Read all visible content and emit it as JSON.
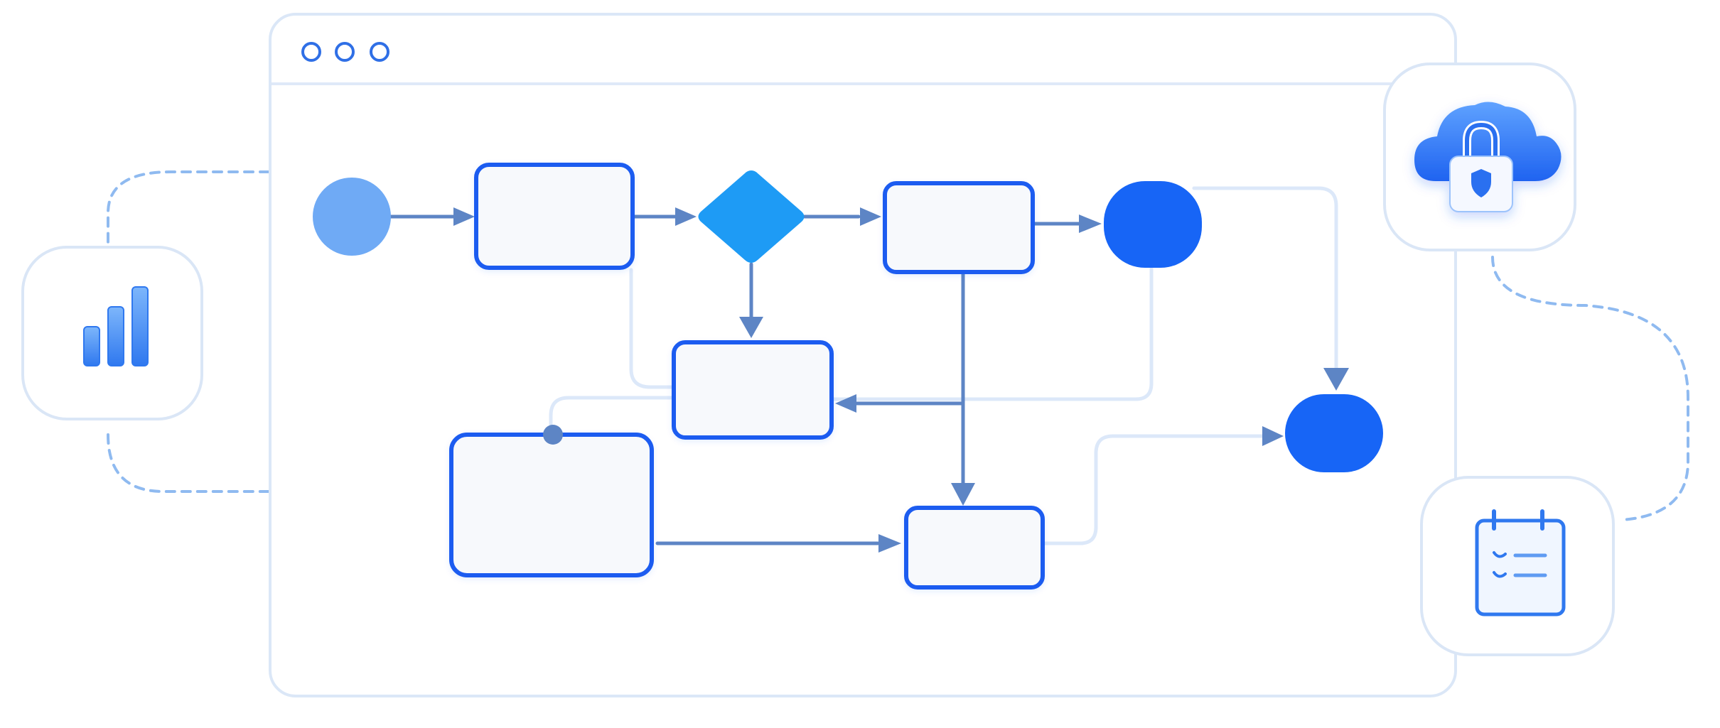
{
  "colors": {
    "background": "#ffffff",
    "window_border": "#dbe7f7",
    "window_divider": "#dfe9f8",
    "window_dot": "#2f6fe6",
    "node_fill": "#f7f9fc",
    "node_stroke": "#1e5cf0",
    "start_node": "#6faaf5",
    "decision": "#1e9bf5",
    "end_node": "#1765f6",
    "edge_primary": "#5d85c5",
    "edge_secondary": "#dce8f9",
    "dashed_connector": "#8fbaf0",
    "tile_border": "#dae6f6",
    "tile_fill": "#ffffff"
  },
  "window": {
    "controls": [
      "control-dot-1",
      "control-dot-2",
      "control-dot-3"
    ]
  },
  "side_tiles": [
    {
      "name": "analytics-tile",
      "icon": "bar-chart-icon"
    },
    {
      "name": "cloud-security-tile",
      "icon": "cloud-lock-icon"
    },
    {
      "name": "calendar-checklist-tile",
      "icon": "calendar-checklist-icon"
    }
  ],
  "diagram": {
    "nodes": [
      {
        "id": "start-node",
        "shape": "circle"
      },
      {
        "id": "process-node-1",
        "shape": "rounded-rect"
      },
      {
        "id": "decision-node",
        "shape": "diamond"
      },
      {
        "id": "process-node-2",
        "shape": "rounded-rect"
      },
      {
        "id": "terminal-node-1",
        "shape": "pill"
      },
      {
        "id": "process-node-3",
        "shape": "rounded-rect"
      },
      {
        "id": "process-node-4",
        "shape": "rounded-rect"
      },
      {
        "id": "process-node-5",
        "shape": "rounded-rect"
      },
      {
        "id": "terminal-node-2",
        "shape": "pill"
      }
    ],
    "edges": [
      {
        "from": "start-node",
        "to": "process-node-1",
        "style": "primary"
      },
      {
        "from": "process-node-1",
        "to": "decision-node",
        "style": "primary"
      },
      {
        "from": "decision-node",
        "to": "process-node-2",
        "style": "primary"
      },
      {
        "from": "process-node-2",
        "to": "terminal-node-1",
        "style": "primary"
      },
      {
        "from": "decision-node",
        "to": "process-node-3",
        "style": "primary"
      },
      {
        "from": "process-node-2",
        "to": "process-node-5",
        "style": "primary"
      },
      {
        "from": "junction",
        "to": "process-node-3",
        "style": "primary"
      },
      {
        "from": "process-node-4",
        "to": "process-node-5",
        "style": "primary"
      },
      {
        "from": "process-node-5",
        "to": "terminal-node-2",
        "style": "secondary"
      },
      {
        "from": "terminal-node-1",
        "to": "terminal-node-2",
        "style": "secondary"
      },
      {
        "from": "terminal-node-1",
        "to": "process-node-3",
        "style": "secondary"
      },
      {
        "from": "process-node-1",
        "to": "process-node-3",
        "style": "secondary"
      },
      {
        "from": "process-node-3",
        "to": "process-node-4",
        "style": "secondary"
      }
    ]
  }
}
